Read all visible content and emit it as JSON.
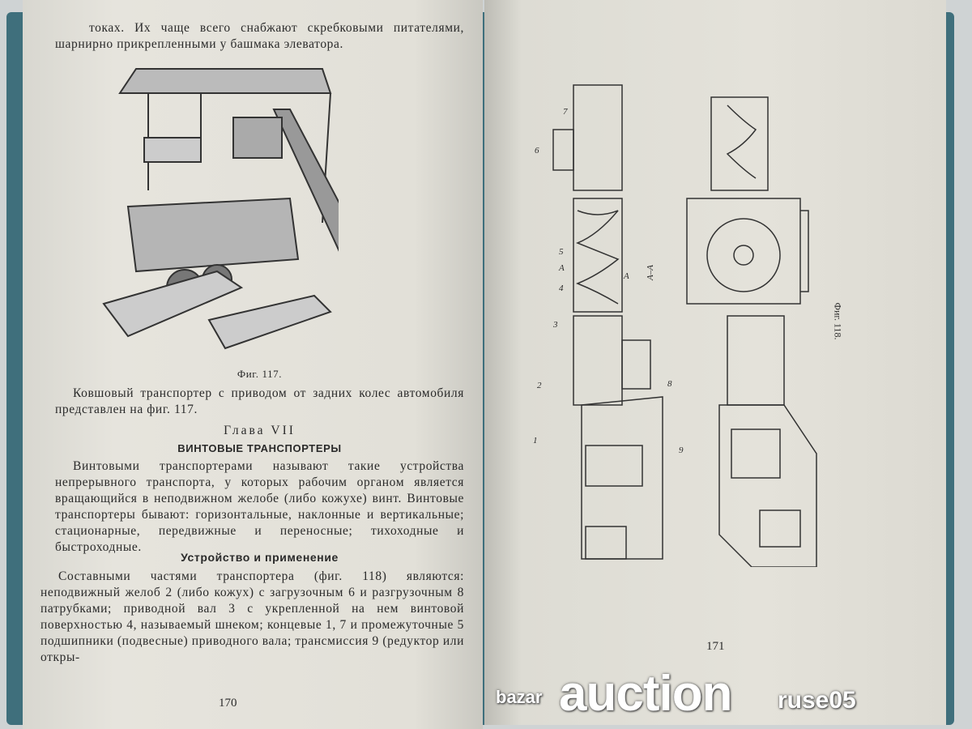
{
  "left_page": {
    "top_text": "токах. Их чаще всего снабжают скребковыми питателями, шарнирно прикрепленными у башмака элеватора.",
    "figure_caption": "Фиг. 117.",
    "para1": "Ковшовый транспортер с приводом от задних колес автомобиля представлен на фиг. 117.",
    "chapter": "Глава VII",
    "chapter_title": "ВИНТОВЫЕ ТРАНСПОРТЕРЫ",
    "para2": "Винтовыми транспортерами называют такие устройства непрерывного транспорта, у которых рабочим органом является вращающийся в неподвижном желобе (либо кожухе) винт. Винтовые транспортеры бывают: горизонтальные, наклонные и вертикальные; стационарные, передвижные и переносные; тихоходные и быстроходные.",
    "section_title": "Устройство и применение",
    "para3": "Составными частями транспортера (фиг. 118) являются: неподвижный желоб 2 (либо кожух) с загрузочным 6 и разгрузочным 8 патрубками; приводной вал 3 с укрепленной на нем винтовой поверхностью 4, называемый шнеком; концевые 1, 7 и промежуточные 5 подшипники (подвесные) приводного вала; трансмиссия 9 (редуктор или откры-",
    "page_number": "170"
  },
  "right_page": {
    "figure_caption": "Фиг. 118.",
    "section_label": "А–А",
    "part_labels": [
      "7",
      "6",
      "5",
      "А",
      "4",
      "3",
      "2",
      "1",
      "8",
      "9",
      "А"
    ],
    "page_number": "171"
  },
  "watermark": {
    "line1": "bazar",
    "line2": "auction",
    "line3": "ruse05"
  },
  "colors": {
    "cover": "#3f6f7c",
    "paper": "#e4e2da",
    "ink": "#2a2a2a"
  }
}
